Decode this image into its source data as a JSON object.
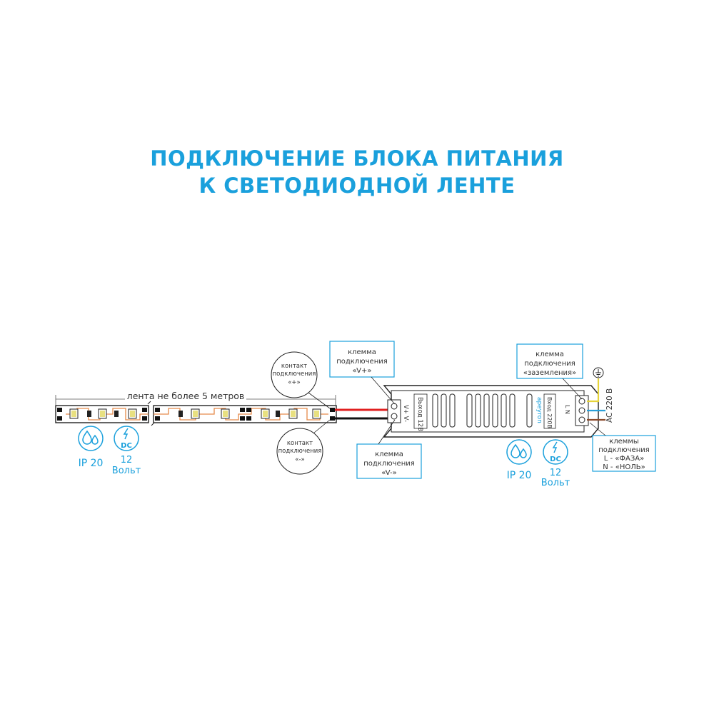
{
  "title": {
    "line1": "ПОДКЛЮЧЕНИЕ БЛОКА ПИТАНИЯ",
    "line2": "К СВЕТОДИОДНОЙ ЛЕНТЕ"
  },
  "colors": {
    "accent": "#1aa0dc",
    "wire_positive": "#e02020",
    "wire_negative": "#111111",
    "wire_phase": "#8b4a2b",
    "wire_neutral": "#2a9fd8",
    "wire_ground": "#e6d43a",
    "strip_trace": "#e58a4a"
  },
  "strip": {
    "length_label": "лента не более 5 метров",
    "contact_plus": [
      "контакт",
      "подключения",
      "«+»"
    ],
    "contact_minus": [
      "контакт",
      "подключения",
      "«-»"
    ],
    "ip_label": "IP 20",
    "dc_badge": "DC",
    "voltage_value": "12",
    "voltage_unit": "Вольт"
  },
  "psu": {
    "label_output": "Выход 12В",
    "label_input": "Вход 220В",
    "brand": "apeyron",
    "terminal_v": "V+  V-",
    "terminal_ln": "L   N",
    "ac_label": "AC 220 В",
    "ip_label": "IP 20",
    "dc_badge": "DC",
    "voltage_value": "12",
    "voltage_unit": "Вольт"
  },
  "callouts": {
    "v_plus": [
      "клемма",
      "подключения",
      "«V+»"
    ],
    "v_minus": [
      "клемма",
      "подключения",
      "«V-»"
    ],
    "ground": [
      "клемма",
      "подключения",
      "«заземления»"
    ],
    "ln": [
      "клеммы",
      "подключения",
      "L - «ФАЗА»",
      "N - «НОЛЬ»"
    ]
  }
}
